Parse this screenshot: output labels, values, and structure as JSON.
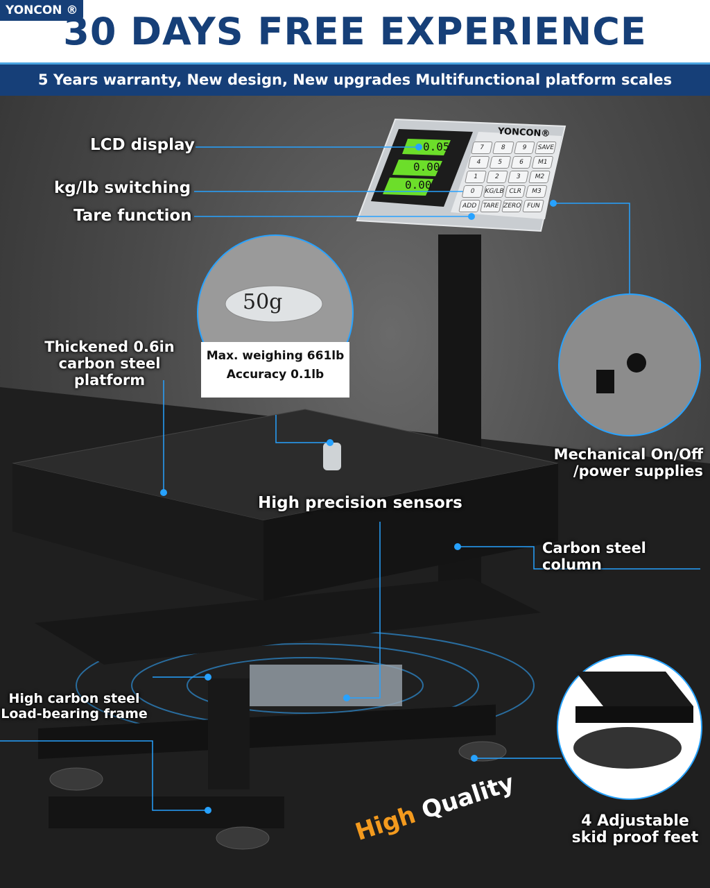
{
  "brand": "YONCON ®",
  "headline": "30 DAYS FREE EXPERIENCE",
  "subheadline": "5 Years warranty, New design, New upgrades Multifunctional platform scales",
  "display": {
    "brand": "YONCON®",
    "weight_value": "0.05",
    "unit_price_value": "0.00",
    "total_value": "0.00",
    "keys": [
      "7",
      "8",
      "9",
      "SAVE",
      "4",
      "5",
      "6",
      "M1",
      "1",
      "2",
      "3",
      "M2",
      "0",
      "KG/LB",
      "CLR",
      "M3",
      "ADD",
      "TARE",
      "ZERO",
      "FUN"
    ]
  },
  "callouts": {
    "lcd_display": "LCD display",
    "kg_lb": "kg/lb switching",
    "tare": "Tare function",
    "platform_line1": "Thickened 0.6in",
    "platform_line2": "carbon steel platform",
    "weight_tag": "50g",
    "max_weighing": "Max. weighing 661lb",
    "accuracy": "Accuracy 0.1lb",
    "power_line1": "Mechanical On/Off",
    "power_line2": "/power supplies",
    "sensors": "High precision sensors",
    "column": "Carbon steel column",
    "frame_line1": "High carbon steel",
    "frame_line2": "Load-bearing frame",
    "feet_line1": "4 Adjustable",
    "feet_line2": "skid proof feet"
  },
  "badge": {
    "high": "High",
    "quality": "Quality"
  },
  "colors": {
    "brand_blue": "#163f78",
    "accent_blue": "#27a2ff",
    "orange": "#f39a1e"
  }
}
